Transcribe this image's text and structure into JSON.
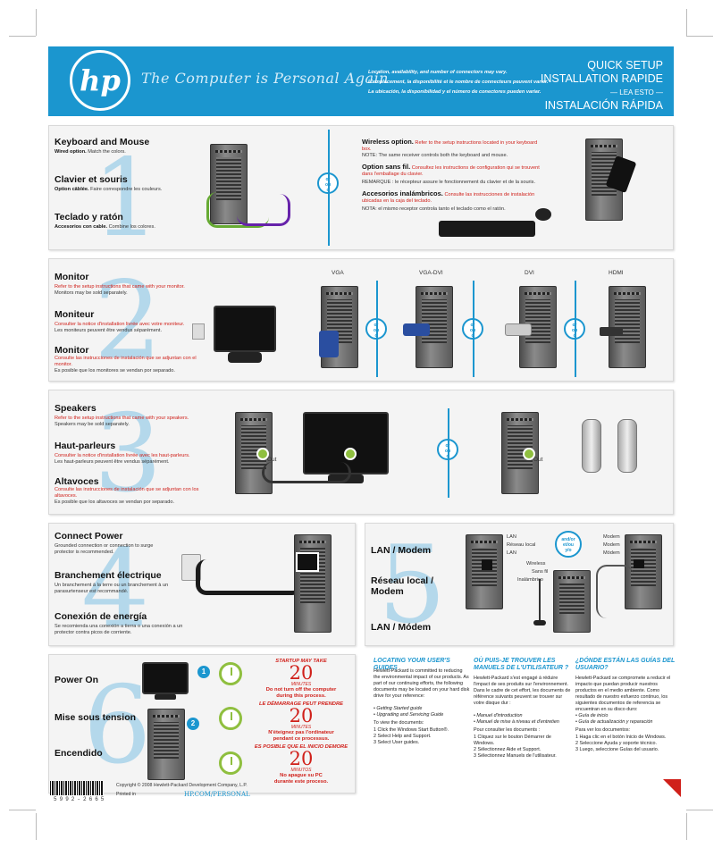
{
  "header": {
    "logo": "hp",
    "tagline": "The Computer is Personal Again",
    "availability": [
      "Location, availability, and number of connectors may vary.",
      "L'emplacement, la disponibilité et le nombre de connecteurs peuvent varier.",
      "La ubicación, la disponibilidad y el número de conectores pueden variar."
    ],
    "quick_setup": "QUICK SETUP",
    "installation_rapide": "INSTALLATION RAPIDE",
    "lea_esto": "— LEA ESTO —",
    "instalacion_rapida": "INSTALACIÓN RÁPIDA"
  },
  "step1": {
    "number": "1",
    "en_title": "Keyboard and Mouse",
    "en_wired": "Wired option.",
    "en_wired_text": "Match the colors.",
    "fr_title": "Clavier et souris",
    "fr_wired": "Option câblée.",
    "fr_wired_text": "Faire correspondre les couleurs.",
    "es_title": "Teclado y ratón",
    "es_wired": "Accesorios con cable.",
    "es_wired_text": "Combine los colores.",
    "or": "or\nou\no",
    "en_wireless": "Wireless option.",
    "en_wireless_red": "Refer to the setup instructions located in your keyboard box.",
    "en_note": "NOTE: The same receiver controls both the keyboard and mouse.",
    "fr_wireless": "Option sans fil.",
    "fr_wireless_red": "Consultez les instructions de configuration qui se trouvent dans l'emballage du clavier.",
    "fr_note": "REMARQUE : le récepteur assure le fonctionnement du clavier et de la souris.",
    "es_wireless": "Accesorios inalámbricos.",
    "es_wireless_red": "Consulte las instrucciones de instalación ubicadas en la caja del teclado.",
    "es_note": "NOTA: el mismo receptor controla tanto el teclado como el ratón."
  },
  "step2": {
    "number": "2",
    "en_title": "Monitor",
    "en_red": "Refer to the setup instructions that came with your monitor.",
    "en_gray": "Monitors may be sold separately.",
    "fr_title": "Moniteur",
    "fr_red": "Consulter la notice d'installation livrée avec votre moniteur.",
    "fr_gray": "Les moniteurs peuvent être vendus séparément.",
    "es_title": "Monitor",
    "es_red": "Consulte las instrucciones de instalación que se adjuntan con el monitor.",
    "es_gray": "Es posible que los monitores se vendan por separado.",
    "ports": [
      "VGA",
      "VGA-DVI",
      "DVI",
      "HDMI"
    ]
  },
  "step3": {
    "number": "3",
    "en_title": "Speakers",
    "en_red": "Refer to the setup instructions that came with your speakers.",
    "en_gray": "Speakers may be sold separately.",
    "fr_title": "Haut-parleurs",
    "fr_red": "Consulter la notice d'installation livrée avec les haut-parleurs.",
    "fr_gray": "Les haut-parleurs peuvent être vendus séparément.",
    "es_title": "Altavoces",
    "es_red": "Consulte las instrucciones de instalación que se adjuntan con los altavoces.",
    "es_gray": "Es posible que los altavoces se vendan por separado.",
    "out": "Out"
  },
  "step4": {
    "number": "4",
    "en_title": "Connect Power",
    "en_text": "Grounded connection or connection to surge protector is recommended.",
    "fr_title": "Branchement électrique",
    "fr_text": "Un branchement à la terre ou un branchement à un parasurtenseur est recommandé.",
    "es_title": "Conexión de energía",
    "es_text": "Se recomienda una conexión a tierra o una conexión a un protector contra picos de corriente."
  },
  "step5": {
    "number": "5",
    "en_title": "LAN / Modem",
    "fr_title": "Réseau local / Modem",
    "es_title": "LAN / Módem",
    "lan_labels": [
      "LAN",
      "Réseau local",
      "LAN"
    ],
    "modem_labels": [
      "Modem",
      "Modem",
      "Módem"
    ],
    "andor": "and/or\net/ou\ny/o",
    "wireless_labels": [
      "Wireless",
      "Sans fil",
      "Inalámbrico"
    ]
  },
  "step6": {
    "number": "6",
    "en_title": "Power On",
    "fr_title": "Mise sous tension",
    "es_title": "Encendido",
    "badges": [
      "1",
      "2"
    ],
    "blocks": [
      {
        "top": "STARTUP MAY TAKE",
        "num": "20",
        "unit": "MINUTES",
        "warn1": "Do not turn off the computer",
        "warn2": "during this process."
      },
      {
        "top": "LE DÉMARRAGE PEUT PRENDRE",
        "num": "20",
        "unit": "MINUTES",
        "warn1": "N'éteignez pas l'ordinateur",
        "warn2": "pendant ce processus."
      },
      {
        "top": "ES POSIBLE QUE EL INICIO DEMORE",
        "num": "20",
        "unit": "MINUTOS",
        "warn1": "No apague su PC",
        "warn2": "durante este proceso."
      }
    ]
  },
  "guides": {
    "en_title": "LOCATING YOUR USER'S GUIDES",
    "en_text": "Hewlett-Packard is committed to reducing the environmental impact of our products. As part of our continuing efforts, the following documents may be located on your hard disk drive for your reference:",
    "en_bullets": [
      "Getting Started guide",
      "Upgrading and Servicing Guide"
    ],
    "en_view": "To view the documents:",
    "en_steps": [
      "Click the Windows Start Button®.",
      "Select Help and Support.",
      "Select User guides."
    ],
    "fr_title": "OÙ PUIS-JE TROUVER LES MANUELS DE L'UTILISATEUR ?",
    "fr_text": "Hewlett-Packard s'est engagé à réduire l'impact de ses produits sur l'environnement. Dans le cadre de cet effort, les documents de référence suivants peuvent se trouver sur votre disque dur :",
    "fr_bullets": [
      "Manuel d'introduction",
      "Manuel de mise à niveau et d'entretien"
    ],
    "fr_view": "Pour consulter les documents :",
    "fr_steps": [
      "Cliquez sur le bouton Démarrer de Windows.",
      "Sélectionnez Aide et Support.",
      "Sélectionnez Manuels de l'utilisateur."
    ],
    "es_title": "¿DÓNDE ESTÁN LAS GUÍAS DEL USUARIO?",
    "es_text": "Hewlett-Packard se compromete a reducir el impacto que puedan producir nuestros productos en el medio ambiente. Como resultado de nuestro esfuerzo continuo, los siguientes documentos de referencia se encuentran en su disco duro:",
    "es_bullets": [
      "Guía de inicio",
      "Guía de actualización y reparación"
    ],
    "es_view": "Para ver los documentos:",
    "es_steps": [
      "Haga clic en el botón Inicio de Windows.",
      "Seleccione Ayuda y soporte técnico.",
      "Luego, seleccione Guías del usuario."
    ]
  },
  "footer": {
    "barcode_text": "5992-2665",
    "copyright": "Copyright © 2008 Hewlett-Packard Development Company, L.P.",
    "printed": "Printed in",
    "url": "HP.COM/PERSONAL"
  },
  "colors": {
    "accent": "#1b96cf",
    "warning": "#d0201a",
    "clock": "#8fbf3f"
  }
}
